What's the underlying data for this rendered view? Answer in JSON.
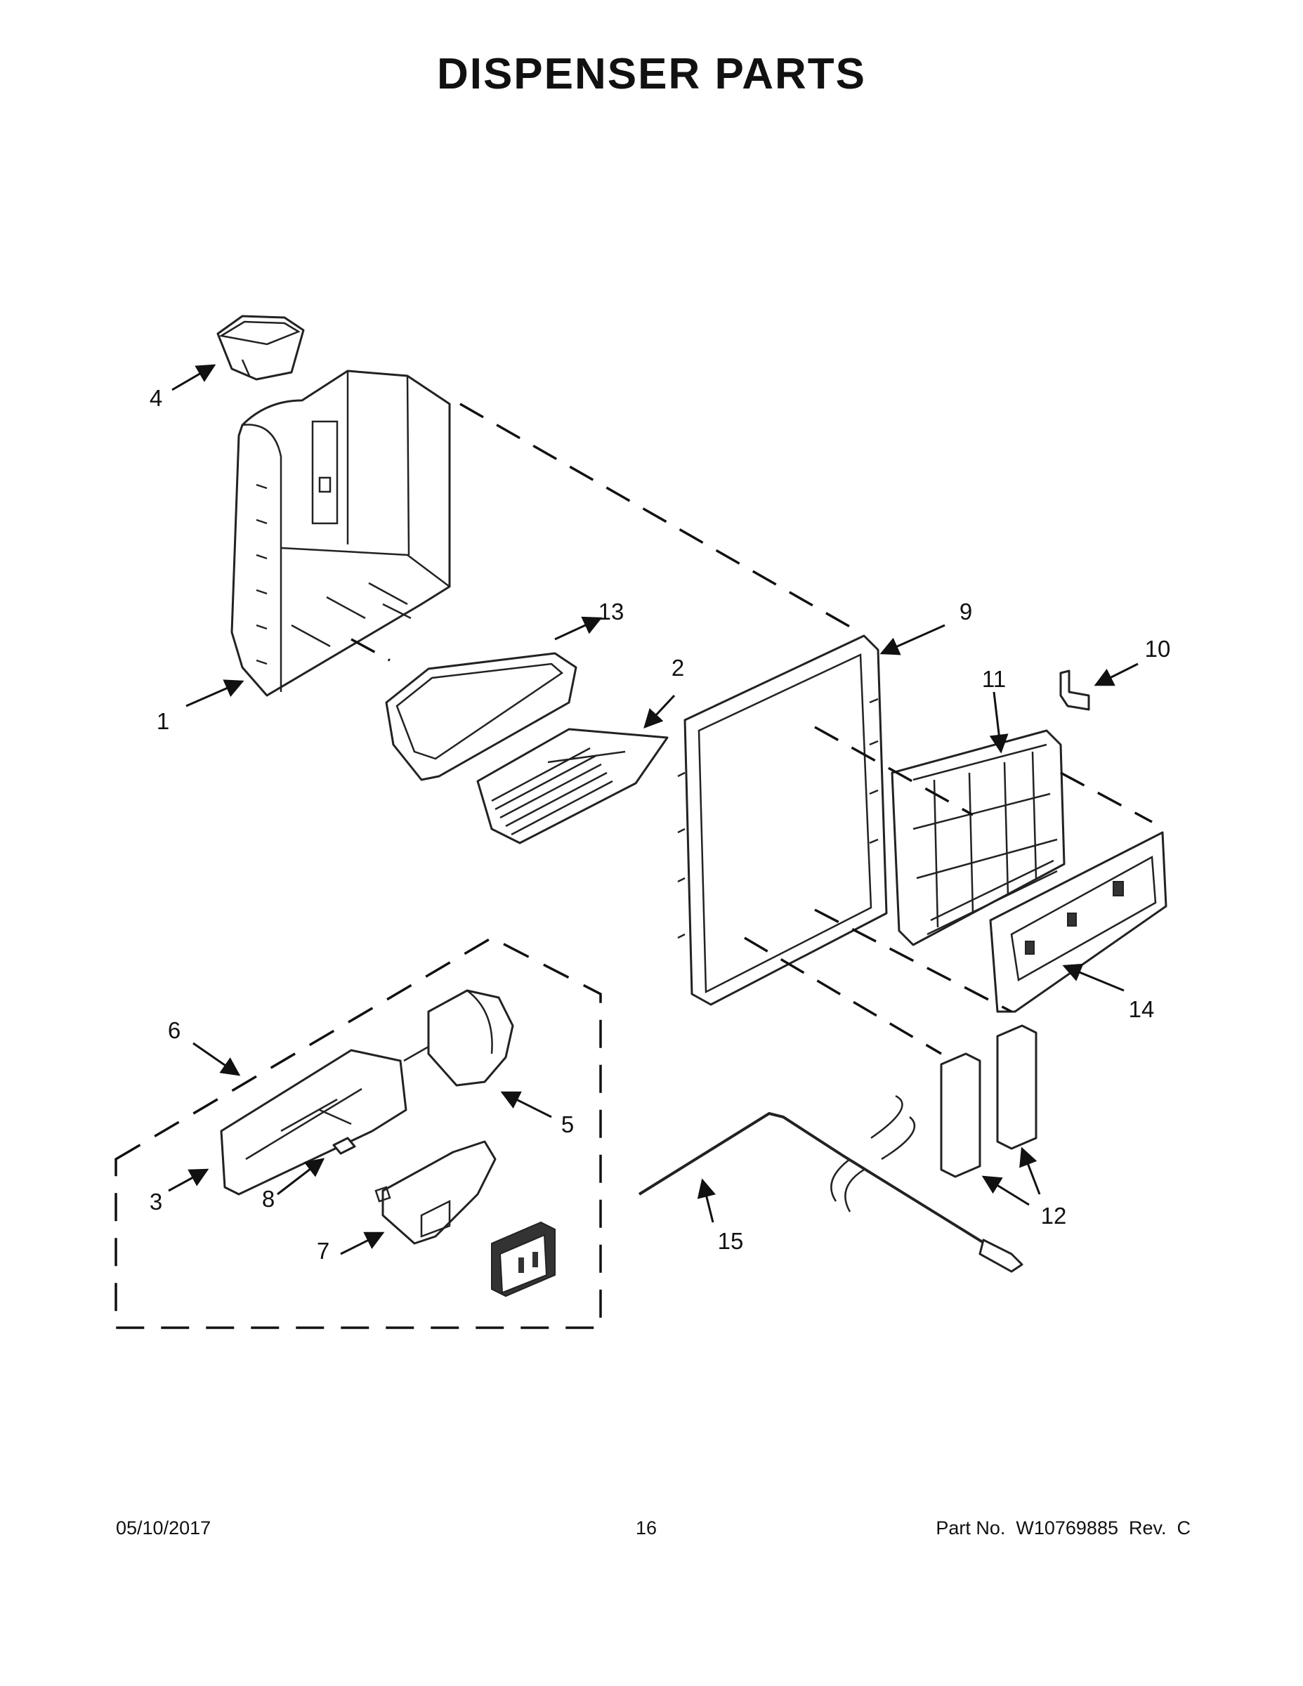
{
  "title": "DISPENSER PARTS",
  "callouts": [
    "1",
    "2",
    "3",
    "4",
    "5",
    "6",
    "7",
    "8",
    "9",
    "10",
    "11",
    "12",
    "13",
    "14",
    "15"
  ],
  "footer": {
    "date": "05/10/2017",
    "page": "16",
    "part_number": "Part No.  W10769885  Rev.  C"
  }
}
